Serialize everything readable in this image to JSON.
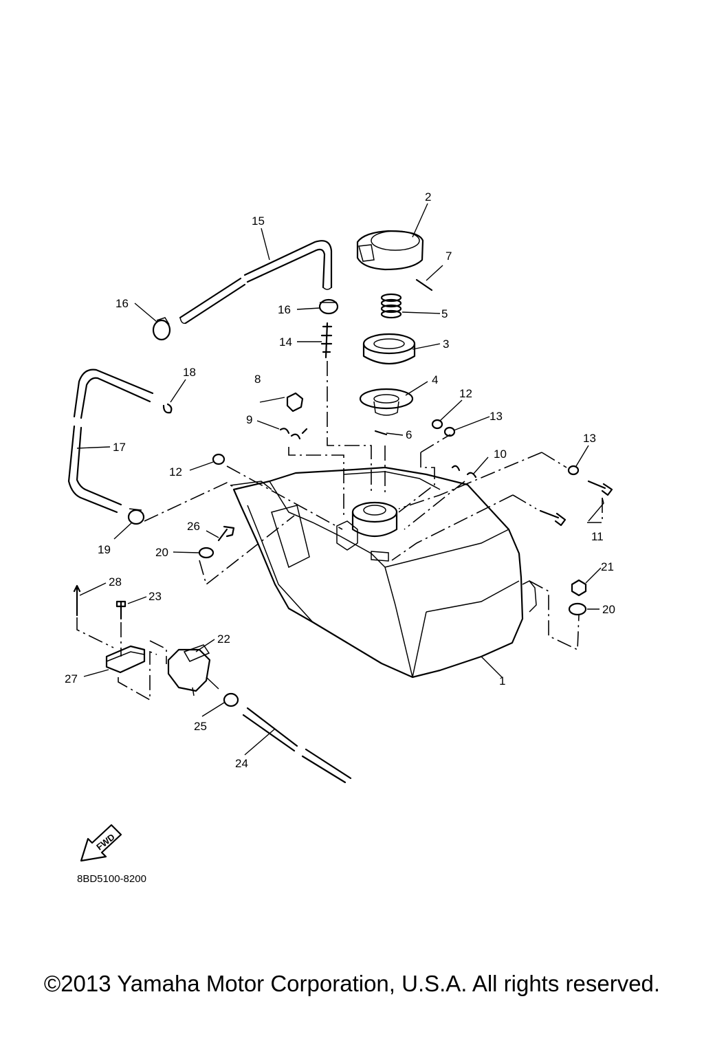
{
  "diagram": {
    "callouts": [
      "1",
      "2",
      "3",
      "4",
      "5",
      "6",
      "7",
      "8",
      "9",
      "10",
      "11",
      "12",
      "12",
      "13",
      "13",
      "14",
      "15",
      "16",
      "16",
      "17",
      "18",
      "19",
      "20",
      "20",
      "21",
      "22",
      "23",
      "24",
      "25",
      "26",
      "27",
      "28"
    ],
    "fwd_label": "FWD",
    "diagram_code": "8BD5100-8200"
  },
  "footer": {
    "copyright": "©2013 Yamaha Motor Corporation, U.S.A. All rights reserved."
  }
}
